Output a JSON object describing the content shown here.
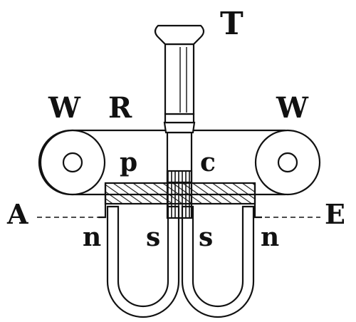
{
  "figure": {
    "ink_color": "#111111",
    "background_color": "#ffffff",
    "labels": {
      "T": "T",
      "W_left": "W",
      "R": "R",
      "W_right": "W",
      "p": "p",
      "c": "c",
      "A": "A",
      "E": "E",
      "n_left": "n",
      "s_left": "s",
      "s_right": "s",
      "n_right": "n"
    }
  }
}
